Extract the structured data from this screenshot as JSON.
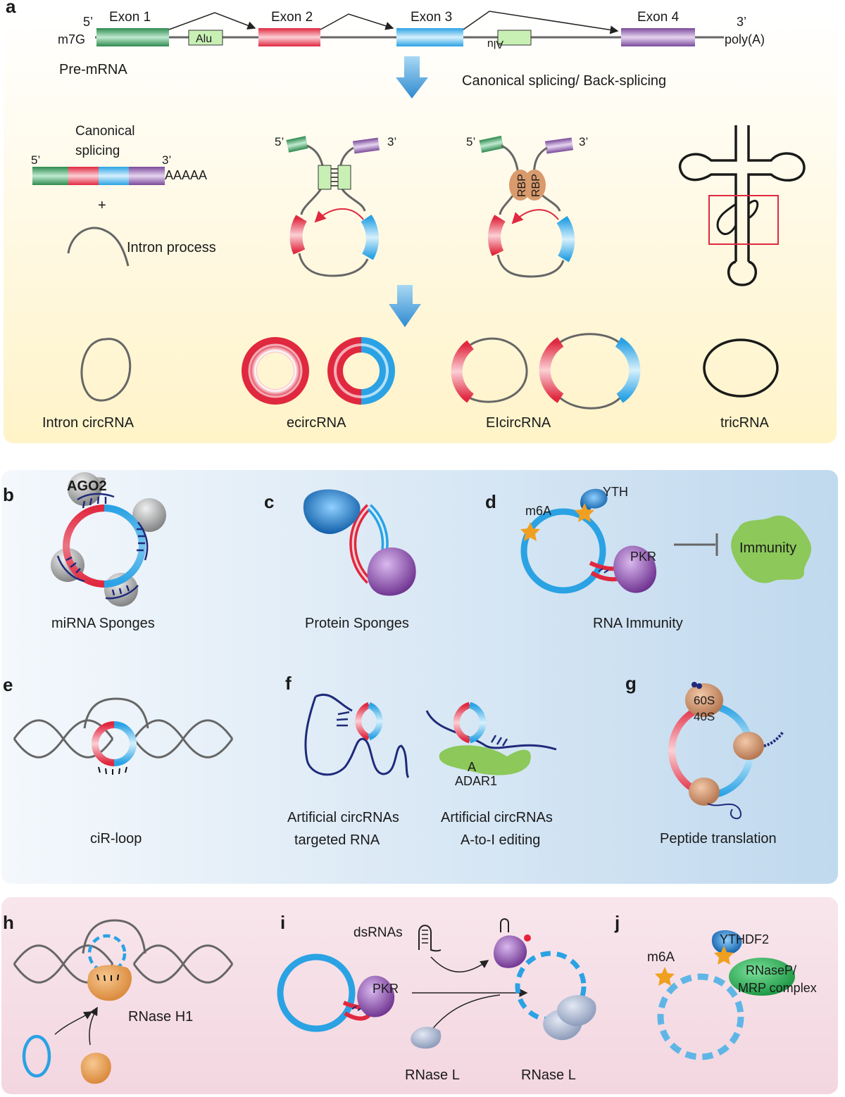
{
  "panel_a": {
    "label": "a",
    "exon1": "Exon 1",
    "exon2": "Exon 2",
    "exon3": "Exon 3",
    "exon4": "Exon 4",
    "five_prime": "5’",
    "three_prime": "3’",
    "cap": "m7G",
    "polya": "poly(A)",
    "alu": "Alu",
    "alu_rev": "Alu",
    "premrna": "Pre-mRNA",
    "splicing": "Canonical splicing/ Back-splicing",
    "canonical_line1": "Canonical",
    "canonical_line2": "splicing",
    "aaaaa": "AAAAA",
    "plus": "+",
    "intron_process": "Intron process",
    "rbp": "RBP",
    "intron_circ": "Intron circRNA",
    "ecirc": "ecircRNA",
    "elcirc": "EIcircRNA",
    "tric": "tricRNA"
  },
  "panel_b": {
    "label": "b",
    "ago2": "AGO2",
    "caption": "miRNA Sponges"
  },
  "panel_c": {
    "label": "c",
    "caption": "Protein Sponges"
  },
  "panel_d": {
    "label": "d",
    "m6a": "m6A",
    "yth": "YTH",
    "pkr": "PKR",
    "immunity": "Immunity",
    "caption": "RNA Immunity"
  },
  "panel_e": {
    "label": "e",
    "caption": "ciR-loop"
  },
  "panel_f": {
    "label": "f",
    "a": "A",
    "adar": "ADAR1",
    "caption1_line1": "Artificial circRNAs",
    "caption1_line2": "targeted  RNA",
    "caption2_line1": "Artificial circRNAs",
    "caption2_line2": "A-to-I editing"
  },
  "panel_g": {
    "label": "g",
    "s60": "60S",
    "s40": "40S",
    "caption": "Peptide translation"
  },
  "panel_h": {
    "label": "h",
    "rnaseh1": "RNase H1"
  },
  "panel_i": {
    "label": "i",
    "dsrnas": "dsRNAs",
    "pkr": "PKR",
    "rnasel1": "RNase L",
    "rnasel2": "RNase L"
  },
  "panel_j": {
    "label": "j",
    "m6a": "m6A",
    "ythdf2": "YTHDF2",
    "rnasep1": "RNaseP/",
    "rnasep2": "MRP complex"
  },
  "colors": {
    "exon1": "#3aa05a",
    "exon2": "#e8344a",
    "exon3": "#33a8e6",
    "exon4": "#8a5aa8",
    "alu": "#c8f0b4",
    "rbp": "#d99a6c",
    "panel_a_bg": "#fff6d2",
    "panel_mid_bg": "#c8dff0",
    "panel_bottom_bg": "#f6dce4"
  }
}
